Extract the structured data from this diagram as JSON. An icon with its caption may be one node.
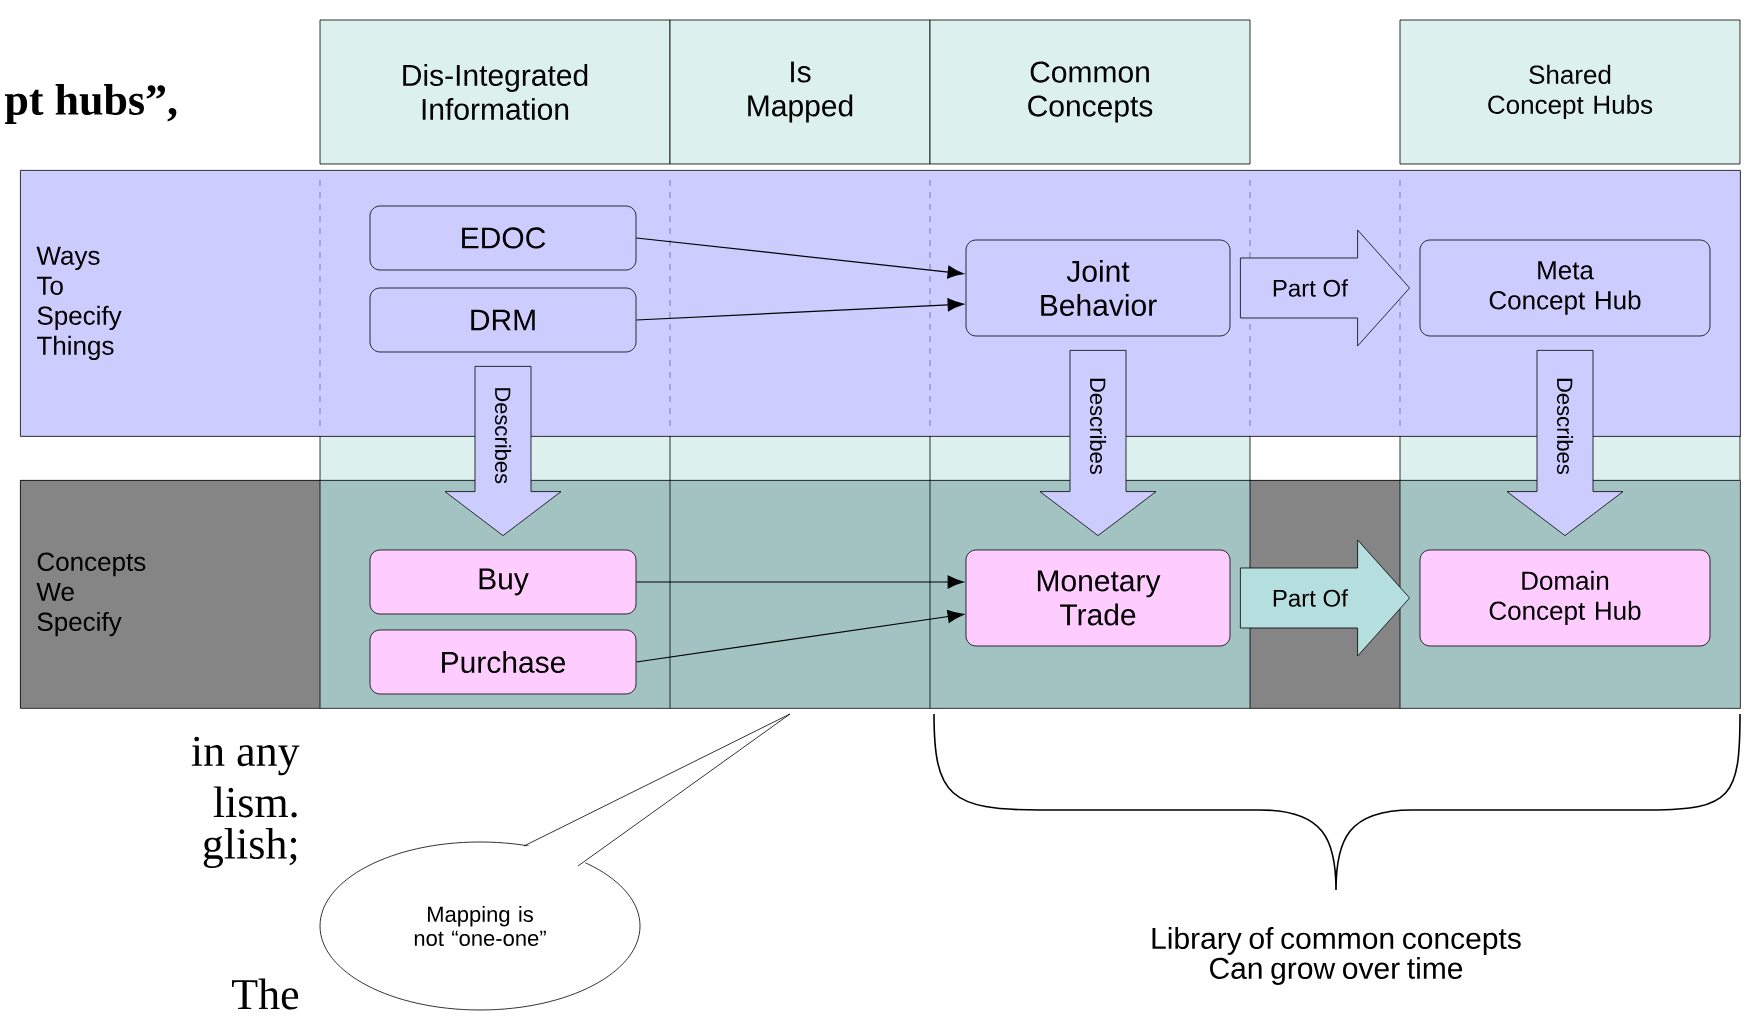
{
  "diagram": {
    "nodes": [
      {
        "text": [
          "Dis-Integrated Information"
        ]
      },
      {
        "text": [
          "Is Mapped"
        ]
      },
      {
        "text": [
          "Common Concepts"
        ]
      },
      {
        "text": [
          "Shared Concept Hubs"
        ]
      },
      {
        "text": [
          "Ways To Specify Things"
        ]
      },
      {
        "text": [
          "Concepts We Specify"
        ]
      },
      {
        "text": [
          "EDOC"
        ],
        "in": 4
      },
      {
        "text": [
          "DRM"
        ],
        "in": 4
      },
      {
        "text": [
          "Joint Behavior"
        ],
        "in": 4
      },
      {
        "text": [
          "Meta Concept Hub"
        ],
        "in": 4
      },
      {
        "text": [
          "Buy"
        ],
        "in": 5
      },
      {
        "text": [
          "Purchase"
        ],
        "in": 5
      },
      {
        "text": [
          "Monetary Trade"
        ],
        "in": 5
      },
      {
        "text": [
          "Domain Concept Hub"
        ],
        "in": 5
      },
      {
        "text": [
          "Mapping is not “one-one”"
        ]
      }
    ],
    "edges": [
      {
        "from": 6,
        "to": 8,
        "arrow": "to"
      },
      {
        "from": 7,
        "to": 8,
        "arrow": "to"
      },
      {
        "from": 10,
        "to": 12,
        "arrow": "to"
      },
      {
        "from": 11,
        "to": 12,
        "arrow": "to"
      },
      {
        "from": 8,
        "to": 9,
        "arrow": "to",
        "label": "Part Of",
        "style": "thick",
        "color": "#ccccff"
      },
      {
        "from": 12,
        "to": 13,
        "arrow": "to",
        "label": "Part Of",
        "style": "thick",
        "color": "#b5dede"
      },
      {
        "from": 7,
        "to": 10,
        "arrow": "to",
        "label": "Describes",
        "style": "thick",
        "color": "#ccccff"
      },
      {
        "from": 8,
        "to": 12,
        "arrow": "to",
        "label": "Describes",
        "style": "thick",
        "color": "#ccccff"
      },
      {
        "from": 9,
        "to": 13,
        "arrow": "to",
        "label": "Describes",
        "style": "thick",
        "color": "#ccccff"
      }
    ],
    "labels": [
      "pt hubs”,",
      "in any",
      "lism.",
      "glish;",
      "Library of common concepts Can grow over time",
      "The"
    ]
  }
}
